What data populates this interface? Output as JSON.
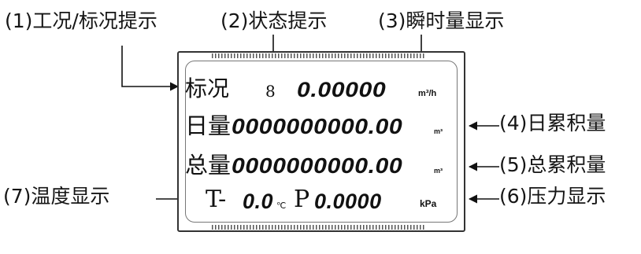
{
  "callouts": {
    "c1": "(1)工况/标况提示",
    "c2": "(2)状态提示",
    "c3": "(3)瞬时量显示",
    "c4": "(4)日累积量",
    "c5": "(5)总累积量",
    "c6": "(6)压力显示",
    "c7": "(7)温度显示"
  },
  "lcd": {
    "mode_label": "标况",
    "status_digit": "8",
    "instant_value": "0.00000",
    "instant_unit": "m³/h",
    "daily_label": "日量",
    "daily_value": "0000000000.00",
    "daily_unit": "m³",
    "total_label": "总量",
    "total_value": "0000000000.00",
    "total_unit": "m³",
    "temp_prefix": "T-",
    "temp_value": "0.0",
    "temp_unit": "℃",
    "pressure_prefix": "P",
    "pressure_value": "0.0000",
    "pressure_unit": "kPa"
  }
}
